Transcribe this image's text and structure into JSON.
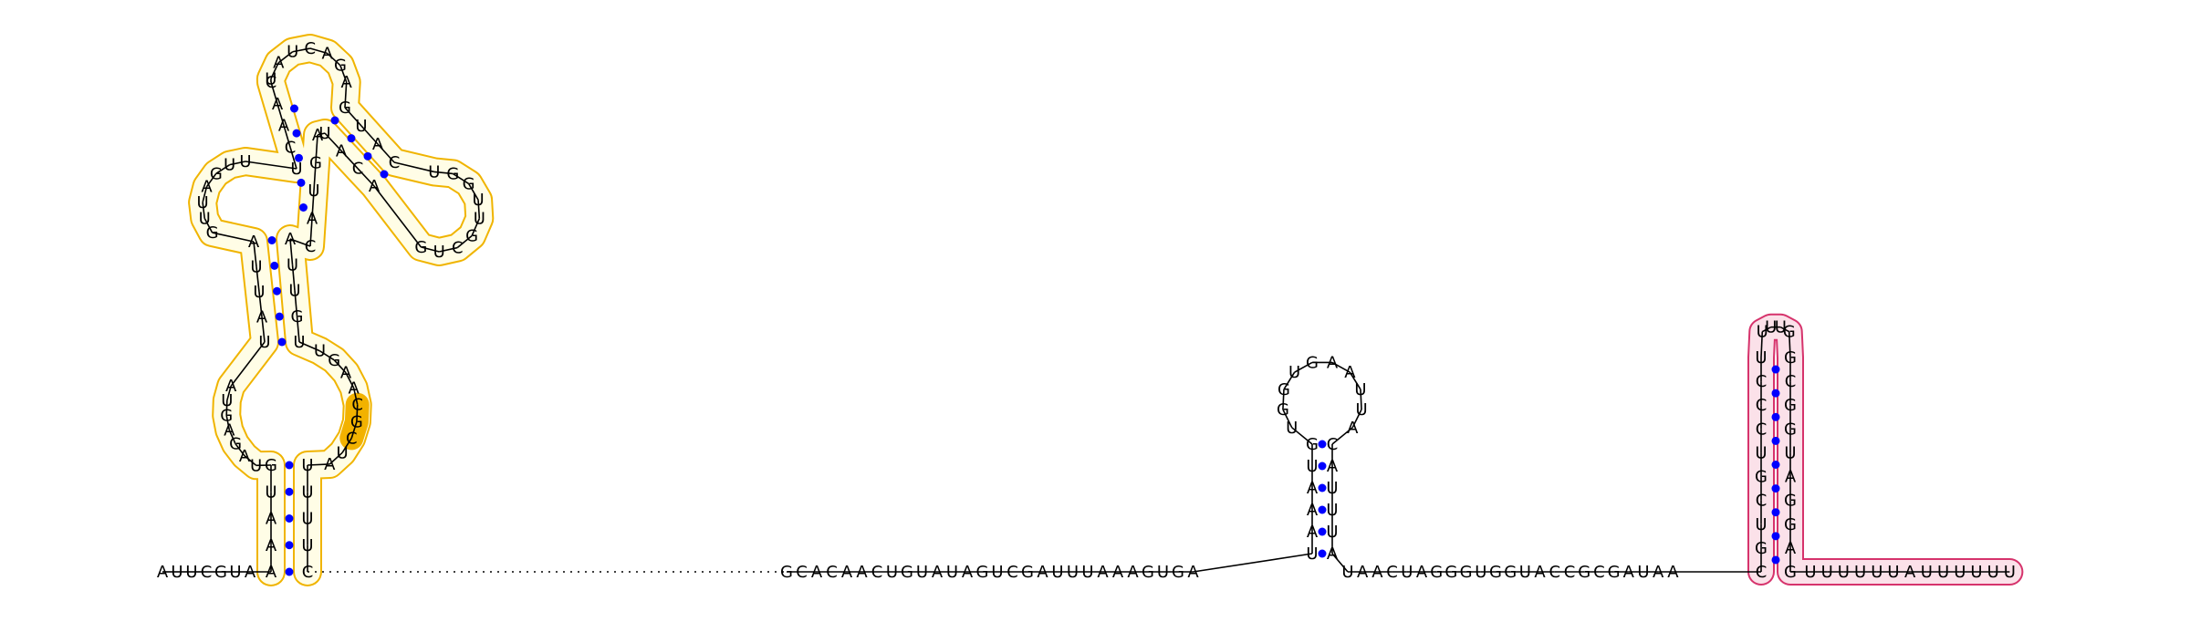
{
  "diagram": {
    "type": "rna-secondary-structure",
    "colors": {
      "background": "#ffffff",
      "text": "#000000",
      "base_pair": "#0000ff",
      "orange_outline": "#f0b400",
      "orange_fill": "#fffde6",
      "orange_highlight": "#f2b200",
      "pink_outline": "#d6336c",
      "pink_fill": "#fbe1e9"
    },
    "backbone_left": [
      "A",
      "U",
      "U",
      "C",
      "G",
      "U",
      "A"
    ],
    "orange_domain": {
      "stem1_left": [
        "A",
        "A",
        "A",
        "U",
        "G"
      ],
      "stem1_right": [
        "U",
        "U",
        "U",
        "U",
        "C"
      ],
      "big_loop_left": [
        "U",
        "A",
        "G",
        "A",
        "G",
        "U",
        "A"
      ],
      "big_loop_right": [
        "U",
        "G",
        "A",
        "A",
        "C",
        "G",
        "C",
        "U",
        "A"
      ],
      "highlighted": [
        "C",
        "G",
        "U"
      ],
      "stem2_left": [
        "U",
        "A",
        "U",
        "U",
        "A"
      ],
      "stem2_right": [
        "A",
        "U",
        "U",
        "G",
        "U"
      ],
      "loop2": [
        "G",
        "U",
        "U",
        "A",
        "G",
        "U",
        "U"
      ],
      "stem3_left": [
        "U",
        "C",
        "A",
        "A",
        "C"
      ],
      "stem3_right": [
        "A",
        "G",
        "U",
        "A",
        "C"
      ],
      "loop3": [
        "U",
        "A",
        "U",
        "C",
        "A",
        "G",
        "A"
      ],
      "stem4_left": [
        "G",
        "U",
        "A",
        "C"
      ],
      "stem4_right": [
        "A",
        "C",
        "A",
        "U"
      ],
      "loop4": [
        "U",
        "G",
        "G",
        "U",
        "U",
        "G",
        "C",
        "U",
        "G"
      ],
      "tail": [
        "G",
        "A",
        "A",
        "A"
      ]
    },
    "middle_sequence": [
      "G",
      "C",
      "A",
      "C",
      "A",
      "A",
      "C",
      "U",
      "G",
      "U",
      "A",
      "U",
      "A",
      "G",
      "U",
      "C",
      "G",
      "A",
      "U",
      "U",
      "U",
      "A",
      "A",
      "A",
      "G",
      "U",
      "G",
      "A"
    ],
    "hairpin": {
      "stem_left": [
        "U",
        "A",
        "A",
        "A",
        "U",
        "G"
      ],
      "stem_right": [
        "A",
        "U",
        "U",
        "U",
        "A",
        "C"
      ],
      "loop": [
        "U",
        "G",
        "G",
        "U",
        "G",
        "A",
        "A",
        "U",
        "U",
        "A"
      ]
    },
    "between_sequence": [
      "U",
      "A",
      "A",
      "C",
      "U",
      "A",
      "G",
      "G",
      "G",
      "U",
      "G",
      "G",
      "U",
      "A",
      "C",
      "C",
      "G",
      "C",
      "G",
      "A",
      "U",
      "A",
      "A"
    ],
    "pink_domain": {
      "stem_left": [
        "C",
        "G",
        "U",
        "C",
        "G",
        "U",
        "C",
        "C",
        "C",
        "U"
      ],
      "stem_right": [
        "G",
        "C",
        "G",
        "G",
        "U",
        "A",
        "G",
        "G",
        "A",
        "G"
      ],
      "loop": [
        "U",
        "U",
        "U",
        "G"
      ],
      "tail": [
        "U",
        "U",
        "U",
        "U",
        "U",
        "U",
        "A",
        "U",
        "U",
        "U",
        "U",
        "U",
        "U"
      ]
    }
  }
}
